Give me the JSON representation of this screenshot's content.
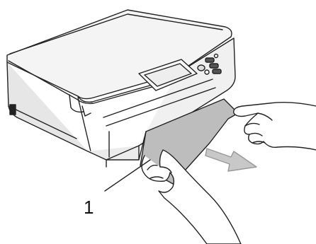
{
  "figure": {
    "callouts": [
      {
        "label": "1",
        "meaning_hidden": true
      }
    ],
    "colors": {
      "line": "#222222",
      "body_fill": "#f2f2f2",
      "body_shade": "#e3e3e3",
      "paper_fill": "#bdbdbd",
      "arrow_fill": "#c8c8c8",
      "screen_fill": "#eeeeee"
    },
    "icons": [
      "printer",
      "jammed-paper",
      "left-hand",
      "right-hand",
      "pull-direction-arrow"
    ]
  }
}
